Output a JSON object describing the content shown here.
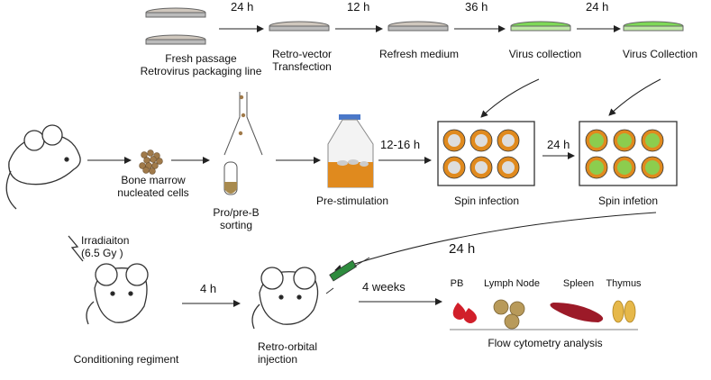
{
  "top_row": {
    "source_label_1": "Fresh passage",
    "source_label_2": "Retrovirus packaging line",
    "transfection_1": "Retro-vector",
    "transfection_2": "Transfection",
    "refresh": "Refresh medium",
    "virus_collection_1": "Virus collection",
    "virus_collection_2": "Virus Collection",
    "t1": "24 h",
    "t2": "12 h",
    "t3": "36 h",
    "t4": "24 h"
  },
  "middle_row": {
    "bm_1": "Bone marrow",
    "bm_2": "nucleated cells",
    "sort_1": "Pro/pre-B",
    "sort_2": "sorting",
    "prestim": "Pre-stimulation",
    "spin1": "Spin infection",
    "spin2": "Spin infetion",
    "t_prestim": "12-16 h",
    "t_spin": "24 h"
  },
  "bottom_row": {
    "irr_1": "Irradiaiton",
    "irr_2": "(6.5 Gy )",
    "conditioning": "Conditioning regiment",
    "t_4h": "4 h",
    "retro_1": "Retro-orbital",
    "retro_2": "injection",
    "t_4weeks": "4 weeks",
    "t_24h": "24 h",
    "pb": "PB",
    "lymph": "Lymph Node",
    "spleen": "Spleen",
    "thymus": "Thymus",
    "flow": "Flow cytometry analysis"
  },
  "colors": {
    "orange": "#e08a1e",
    "green": "#7ed957",
    "blood": "#d11f2a",
    "lymph": "#b89a5a",
    "spleen": "#9c1a28",
    "thymus": "#e6b84a",
    "bluecap": "#4a78c9"
  }
}
